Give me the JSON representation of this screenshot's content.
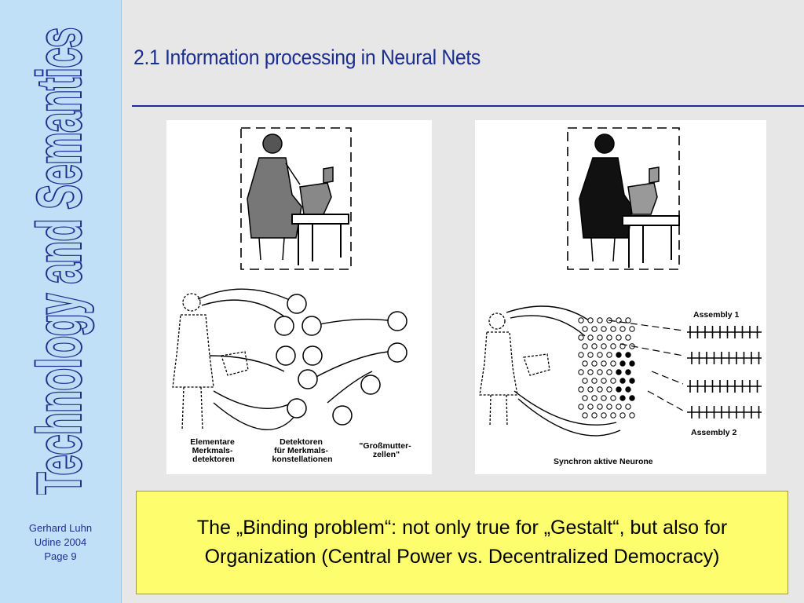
{
  "sidebar": {
    "vertical_title": "Technology and Semantics",
    "author": "Gerhard Luhn",
    "venue": "Udine 2004",
    "page": "Page 9"
  },
  "slide": {
    "title": "2.1 Information processing in Neural Nets",
    "caption": "The „Binding problem“: not only true for „Gestalt“, but also for Organization (Central Power vs. Decentralized Democracy)"
  },
  "figure_left": {
    "labels": [
      [
        "Elementare",
        "Merkmals-",
        "detektoren"
      ],
      [
        "Detektoren",
        "für Merkmals-",
        "konstellationen"
      ],
      [
        "\"Großmutter-",
        "zellen\""
      ]
    ]
  },
  "figure_right": {
    "assembly1": "Assembly  1",
    "assembly2": "Assembly  2",
    "caption": "Synchron aktive Neurone"
  },
  "colors": {
    "sidebar_bg": "#bfe0f7",
    "title_blue": "#1b2d8f",
    "caption_bg": "#fdfd6e"
  }
}
